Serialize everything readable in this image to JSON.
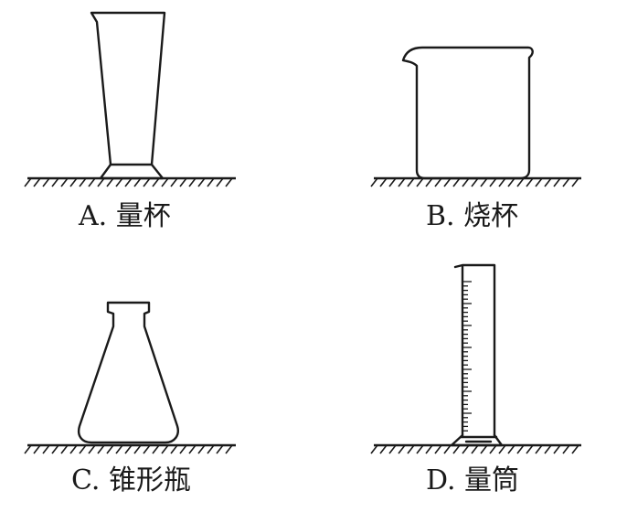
{
  "figure": {
    "items": [
      {
        "letter": "A",
        "caption": "A. 量杯",
        "apparatus": "measuring-cup"
      },
      {
        "letter": "B",
        "caption": "B. 烧杯",
        "apparatus": "beaker"
      },
      {
        "letter": "C",
        "caption": "C. 锥形瓶",
        "apparatus": "conical-flask"
      },
      {
        "letter": "D",
        "caption": "D. 量筒",
        "apparatus": "graduated-cylinder"
      }
    ]
  }
}
